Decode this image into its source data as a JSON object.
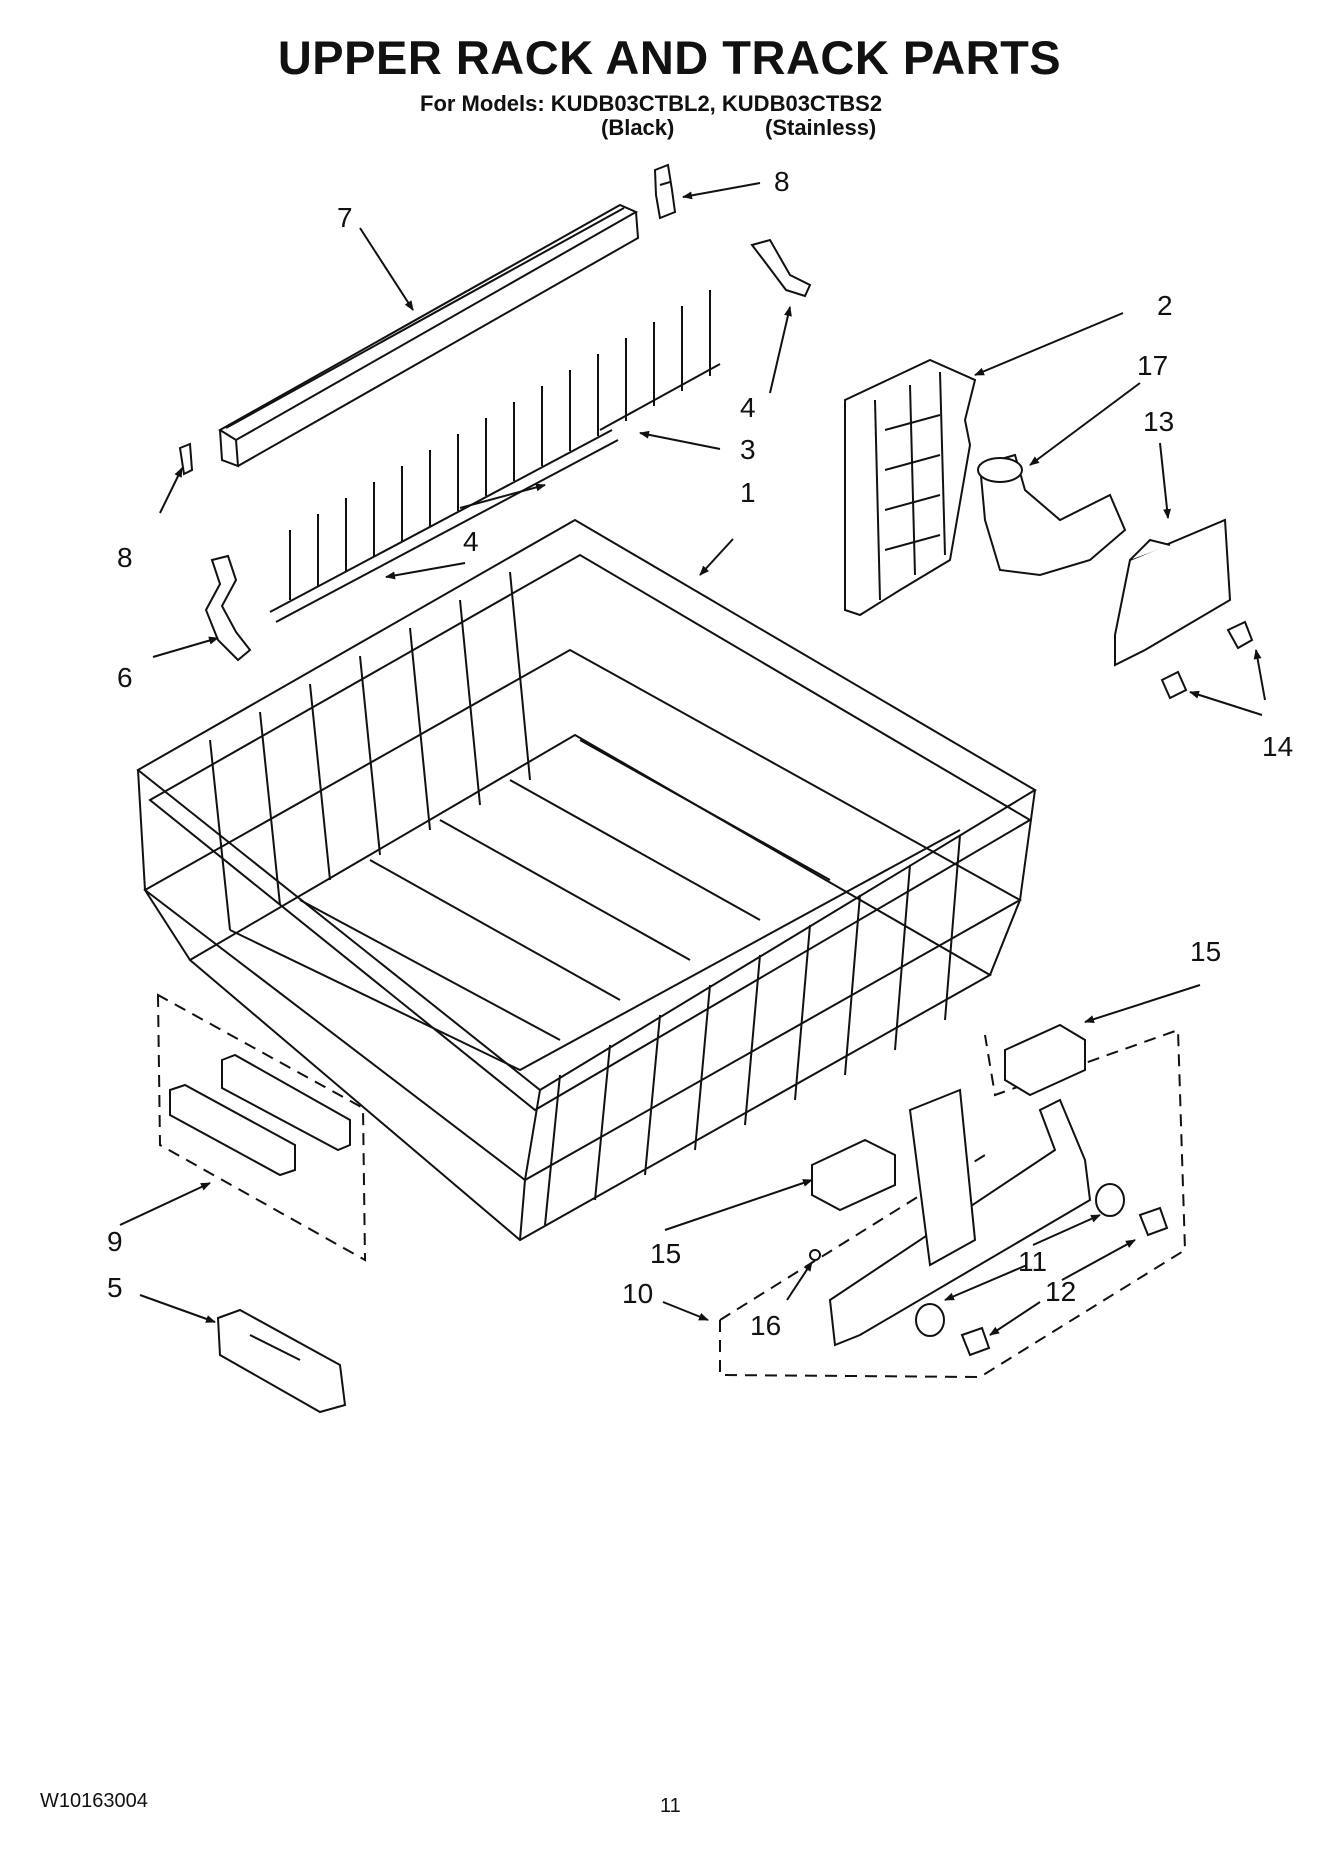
{
  "header": {
    "title": "UPPER RACK AND TRACK PARTS",
    "models_line": "For Models: KUDB03CTBL2, KUDB03CTBS2",
    "variant_black": "(Black)",
    "variant_stainless": "(Stainless)"
  },
  "callouts": {
    "c1": "1",
    "c2": "2",
    "c3": "3",
    "c4a": "4",
    "c4b": "4",
    "c5": "5",
    "c6": "6",
    "c7": "7",
    "c8a": "8",
    "c8b": "8",
    "c9": "9",
    "c10": "10",
    "c11": "11",
    "c12": "12",
    "c13": "13",
    "c14": "14",
    "c15a": "15",
    "c15b": "15",
    "c16": "16",
    "c17": "17"
  },
  "footer": {
    "doc_number": "W10163004",
    "page_number": "11"
  }
}
